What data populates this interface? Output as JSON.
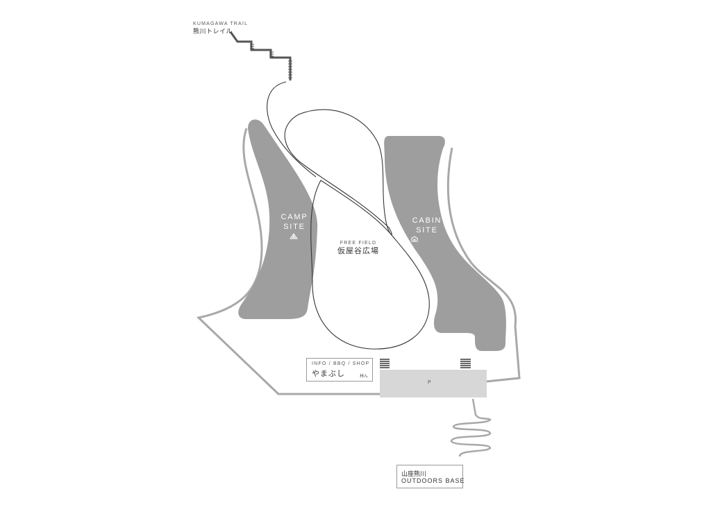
{
  "trail": {
    "label_en": "KUMAGAWA TRAIL",
    "label_jp": "熊川トレイル"
  },
  "areas": {
    "camp": {
      "line1": "CAMP",
      "line2": "SITE",
      "icon": "tent-icon"
    },
    "cabin": {
      "line1": "CABIN",
      "line2": "SITE",
      "icon": "cabin-icon"
    },
    "free_field": {
      "label_en": "FREE FIELD",
      "label_jp": "仮屋谷広場"
    }
  },
  "info": {
    "label_en": "INFO / BBQ / SHOP",
    "label_jp": "やまぶし",
    "small": "林ん"
  },
  "parking": {
    "label": "P"
  },
  "base": {
    "label_jp": "山座熊川",
    "label_en": "OUTDOORS BASE"
  },
  "colors": {
    "area_fill": "#9d9e9d",
    "outline": "#a8a8a8",
    "path": "#333333",
    "parking_fill": "#d6d7d6",
    "trail": "#555555"
  }
}
